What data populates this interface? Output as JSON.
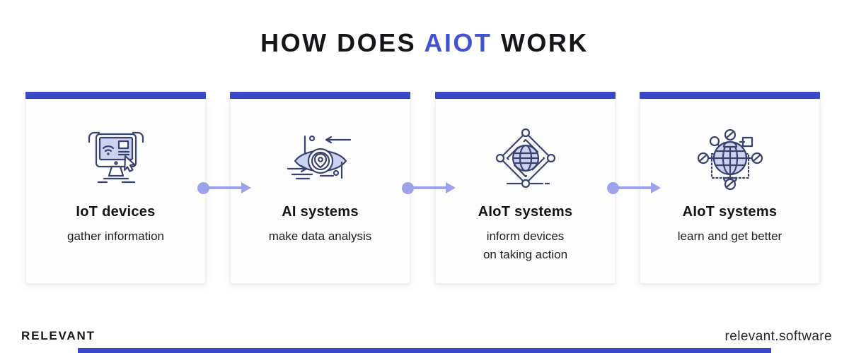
{
  "title": {
    "prefix": "HOW DOES ",
    "highlight": "AIOT",
    "suffix": " WORK"
  },
  "cards": [
    {
      "icon": "smart-monitor-icon",
      "title": "IoT devices",
      "lines": [
        "gather information"
      ]
    },
    {
      "icon": "eye-analysis-icon",
      "title": "AI systems",
      "lines": [
        "make data analysis"
      ]
    },
    {
      "icon": "network-diamond-globe-icon",
      "title": "AIoT systems",
      "lines": [
        "inform devices",
        "on taking action"
      ]
    },
    {
      "icon": "connected-globe-users-icon",
      "title": "AIoT systems",
      "lines": [
        "learn and get better"
      ]
    }
  ],
  "footer": {
    "brand": "RELEVANT",
    "website": "relevant.software"
  },
  "colors": {
    "accent_blue": "#3a49c8",
    "title_highlight_blue": "#4353cf",
    "arrow_purple": "#9da3ea",
    "icon_outline_navy": "#3a4270",
    "icon_fill_periwinkle": "#ccd3f0",
    "text_dark": "#15151a"
  }
}
